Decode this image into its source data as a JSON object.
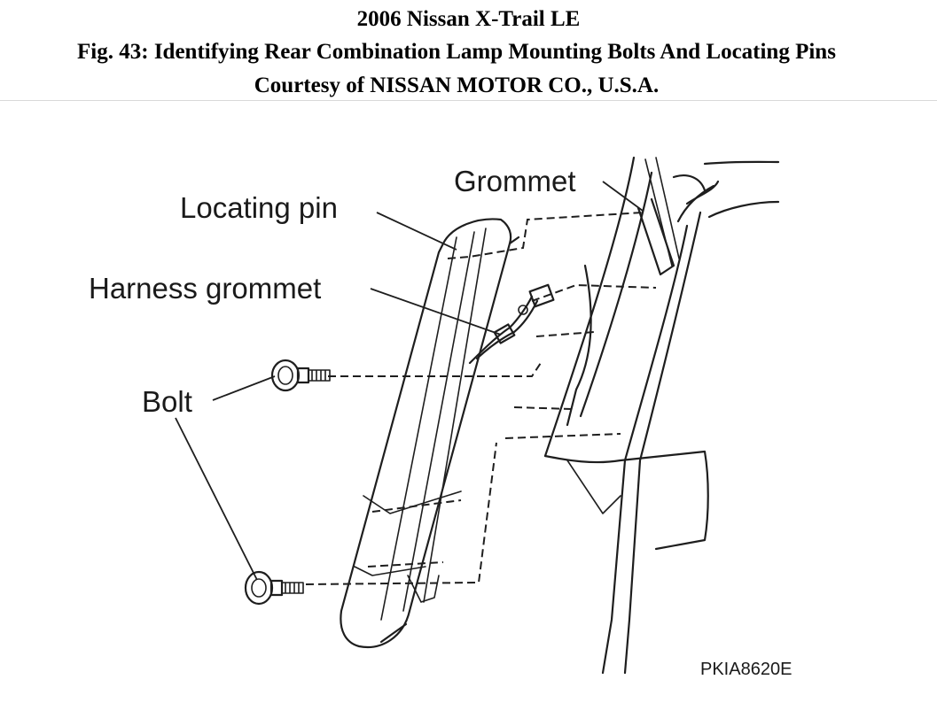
{
  "header": {
    "vehicle": "2006 Nissan X-Trail LE",
    "figure_title": "Fig. 43: Identifying Rear Combination Lamp Mounting Bolts And Locating Pins",
    "courtesy": "Courtesy of NISSAN MOTOR CO., U.S.A."
  },
  "diagram": {
    "labels": {
      "grommet": "Grommet",
      "locating_pin": "Locating pin",
      "harness_grommet": "Harness grommet",
      "bolt": "Bolt"
    },
    "part_code": "PKIA8620E"
  }
}
